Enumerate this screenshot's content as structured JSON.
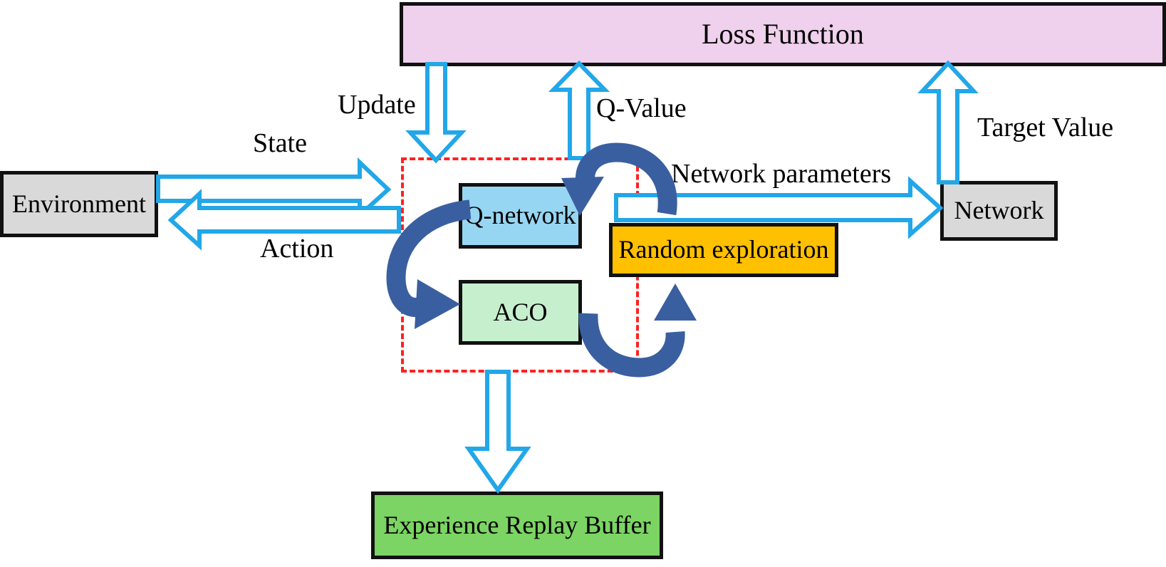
{
  "diagram": {
    "title": "ACO-DQN reinforcement learning architecture",
    "colors": {
      "loss_fill": "#efd0ed",
      "qnetwork_fill": "#97d6f3",
      "aco_fill": "#c6efce",
      "random_fill": "#ffc000",
      "buffer_fill": "#7bd463",
      "env_fill": "#d9d9d9",
      "network_fill": "#d9d9d9",
      "node_border": "#111111",
      "arrow_blue": "#22a7e8",
      "curve_blue": "#3a5fa0",
      "dashed_red": "#ff2020"
    },
    "nodes": [
      {
        "id": "loss",
        "label": "Loss Function"
      },
      {
        "id": "env",
        "label": "Environment"
      },
      {
        "id": "qnet",
        "label": "Q-network"
      },
      {
        "id": "aco",
        "label": "ACO"
      },
      {
        "id": "random",
        "label": "Random exploration"
      },
      {
        "id": "network",
        "label": "Network"
      },
      {
        "id": "buffer",
        "label": "Experience Replay Buffer"
      }
    ],
    "edge_labels": [
      {
        "id": "update",
        "text": "Update"
      },
      {
        "id": "q_value",
        "text": "Q-Value"
      },
      {
        "id": "target_value",
        "text": "Target Value"
      },
      {
        "id": "state",
        "text": "State"
      },
      {
        "id": "action",
        "text": "Action"
      },
      {
        "id": "network_parameters",
        "text": "Network parameters"
      }
    ],
    "edges": [
      {
        "from": "loss",
        "to": "agent",
        "label": "Update",
        "style": "hollow-arrow",
        "direction": "down"
      },
      {
        "from": "agent",
        "to": "loss",
        "label": "Q-Value",
        "style": "hollow-arrow",
        "direction": "up"
      },
      {
        "from": "network",
        "to": "loss",
        "label": "Target Value",
        "style": "hollow-arrow",
        "direction": "up"
      },
      {
        "from": "env",
        "to": "agent",
        "label": "State",
        "style": "hollow-arrow",
        "direction": "right"
      },
      {
        "from": "agent",
        "to": "env",
        "label": "Action",
        "style": "hollow-arrow",
        "direction": "left"
      },
      {
        "from": "agent",
        "to": "network",
        "label": "Network parameters",
        "style": "hollow-arrow",
        "direction": "right"
      },
      {
        "from": "agent",
        "to": "buffer",
        "label": "",
        "style": "hollow-arrow",
        "direction": "down"
      },
      {
        "from": "qnet",
        "to": "aco",
        "label": "",
        "style": "curved-arrow",
        "direction": "ccw"
      },
      {
        "from": "random",
        "to": "qnet",
        "label": "",
        "style": "curved-arrow",
        "direction": "cw"
      },
      {
        "from": "aco",
        "to": "random",
        "label": "",
        "style": "curved-arrow",
        "direction": "cw"
      }
    ],
    "agent_group": {
      "id": "agent-group",
      "style": "red-dashed-boundary"
    }
  }
}
